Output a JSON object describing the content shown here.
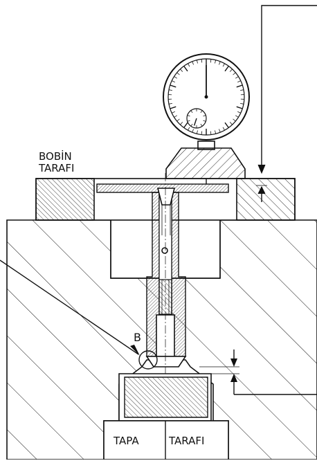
{
  "labels": {
    "bobbin_side_line1": "BOBİN",
    "bobbin_side_line2": "TARAFI",
    "detail_b": "B",
    "plug_side_left": "TAPA",
    "plug_side_right": "TARAFI"
  },
  "gauge": {
    "major_ticks": 10,
    "minor_ticks": 50,
    "main_pointer_value_fraction": 0.0,
    "sub_dial_pointer_value_fraction": 0.55
  },
  "colors": {
    "line": "#111111",
    "background": "#ffffff"
  }
}
